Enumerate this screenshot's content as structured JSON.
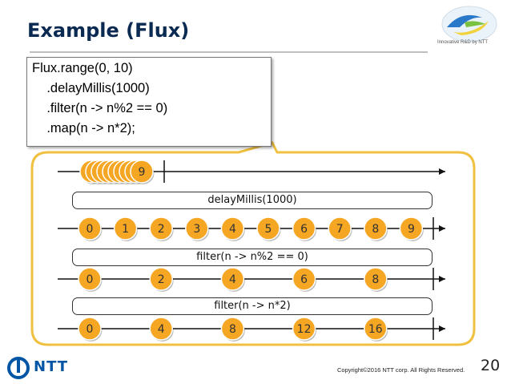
{
  "slide": {
    "title": "Example (Flux)",
    "logo_caption": "Innovative R&D by NTT",
    "brand": "NTT",
    "copyright": "Copyright©2016 NTT corp. All Rights Reserved.",
    "page_number": "20"
  },
  "code": {
    "lines": [
      "Flux.range(0, 10)",
      "    .delayMillis(1000)",
      "    .filter(n -> n%2 == 0)",
      "    .map(n -> n*2);"
    ]
  },
  "diagram": {
    "source_top_value": "9",
    "stacked_marble_count": 10,
    "operators": [
      "delayMillis(1000)",
      "filter(n -> n%2 == 0)",
      "filter(n -> n*2)"
    ],
    "delayed_values": [
      "0",
      "1",
      "2",
      "3",
      "4",
      "5",
      "6",
      "7",
      "8",
      "9"
    ],
    "filtered_values": [
      "0",
      "2",
      "4",
      "6",
      "8"
    ],
    "mapped_values": [
      "0",
      "4",
      "8",
      "12",
      "16"
    ],
    "colors": {
      "marble": "#f5a623",
      "marble_edge": "#ffffff",
      "callout_border": "#f0c040",
      "line": "#111111"
    }
  }
}
